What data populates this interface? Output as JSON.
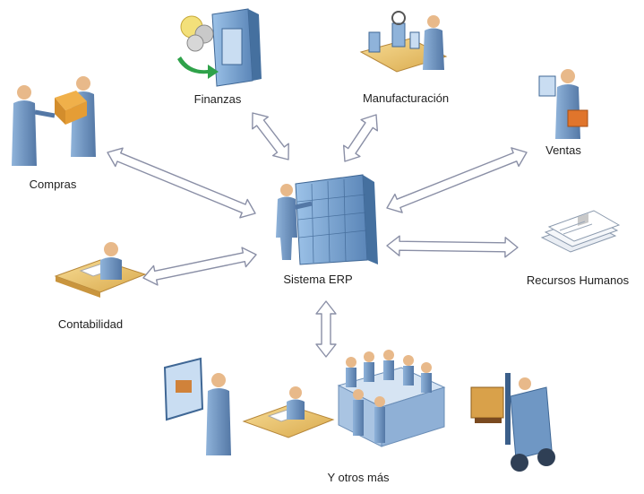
{
  "diagram": {
    "center": {
      "label": "Sistema ERP",
      "icon": "server-operator-icon"
    },
    "modules": [
      {
        "id": "finanzas",
        "label": "Finanzas",
        "icon": "finance-vault-icon"
      },
      {
        "id": "manufacturacion",
        "label": "Manufacturación",
        "icon": "factory-line-icon"
      },
      {
        "id": "compras",
        "label": "Compras",
        "icon": "purchase-handoff-icon"
      },
      {
        "id": "ventas",
        "label": "Ventas",
        "icon": "sales-person-icon"
      },
      {
        "id": "contabilidad",
        "label": "Contabilidad",
        "icon": "accounting-desk-icon"
      },
      {
        "id": "recursos-humanos",
        "label": "Recursos Humanos",
        "icon": "hr-documents-icon"
      },
      {
        "id": "otros",
        "label": "Y otros más",
        "icon": "misc-group-icon"
      }
    ],
    "colors": {
      "arrow_fill": "#ffffff",
      "arrow_stroke": "#8a8fa6",
      "person_body": "#6f97c4",
      "person_head": "#e8b98a",
      "server": "#7aa8d8",
      "desk": "#f0c86e",
      "label_text": "#1f1f1f"
    }
  }
}
